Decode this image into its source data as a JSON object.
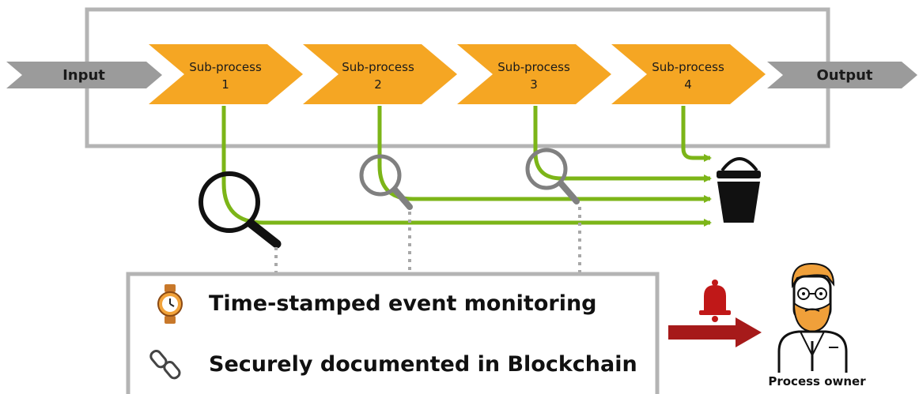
{
  "process": {
    "input_label": "Input",
    "output_label": "Output",
    "subprocesses": [
      {
        "line1": "Sub-process",
        "line2": "1"
      },
      {
        "line1": "Sub-process",
        "line2": "2"
      },
      {
        "line1": "Sub-process",
        "line2": "3"
      },
      {
        "line1": "Sub-process",
        "line2": "4"
      }
    ]
  },
  "info_box": {
    "item1_text": "Time-stamped event monitoring",
    "item1_icon": "watch-icon",
    "item2_text": "Securely documented in Blockchain",
    "item2_icon": "chain-link-icon"
  },
  "owner": {
    "label": "Process owner",
    "alert_icon": "bell-icon"
  },
  "colors": {
    "chevron_fill": "#F5A623",
    "io_arrow_fill": "#9B9B9B",
    "frame_stroke": "#B4B4B4",
    "flow_line": "#7CB518",
    "magnifier_black": "#111111",
    "magnifier_gray": "#808080",
    "alert_red": "#A61A1A",
    "watch_orange": "#C8782A"
  }
}
